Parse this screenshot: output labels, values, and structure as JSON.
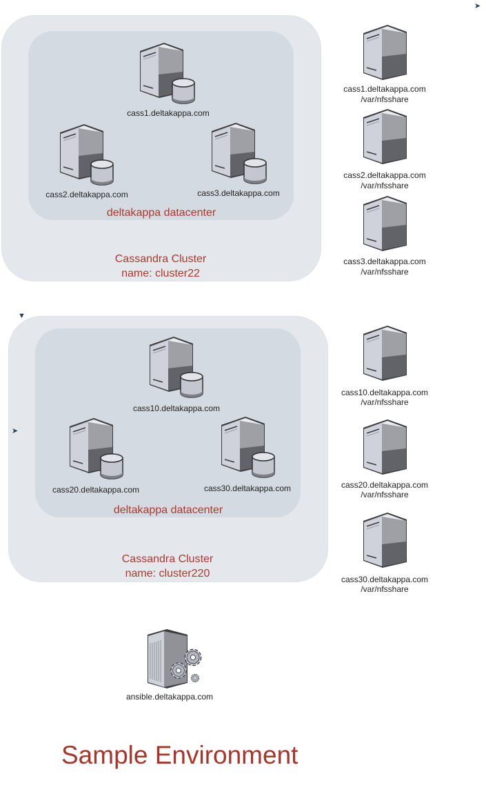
{
  "title": "Sample Environment",
  "colors": {
    "accent_text": "#b0372a",
    "cluster_bg": "#e4e8ec",
    "datacenter_bg": "#d3dae1",
    "server_body": "#b9bcc4",
    "server_dark": "#5f6166"
  },
  "clusters": [
    {
      "label": "Cassandra Cluster",
      "name": "name: cluster22",
      "datacenter": "deltakappa datacenter",
      "nodes": [
        "cass1.deltakappa.com",
        "cass2.deltakappa.com",
        "cass3.deltakappa.com"
      ]
    },
    {
      "label": "Cassandra Cluster",
      "name": "name: cluster220",
      "datacenter": "deltakappa datacenter",
      "nodes": [
        "cass10.deltakappa.com",
        "cass20.deltakappa.com",
        "cass30.deltakappa.com"
      ]
    }
  ],
  "nfs_servers": [
    {
      "host": "cass1.deltakappa.com",
      "path": "/var/nfsshare"
    },
    {
      "host": "cass2.deltakappa.com",
      "path": "/var/nfsshare"
    },
    {
      "host": "cass3.deltakappa.com",
      "path": "/var/nfsshare"
    },
    {
      "host": "cass10.deltakappa.com",
      "path": "/var/nfsshare"
    },
    {
      "host": "cass20.deltakappa.com",
      "path": "/var/nfsshare"
    },
    {
      "host": "cass30.deltakappa.com",
      "path": "/var/nfsshare"
    }
  ],
  "ansible": {
    "host": "ansible.deltakappa.com"
  },
  "icons": {
    "db_server": "database-server-icon",
    "server": "server-icon",
    "config_server": "config-server-icon"
  }
}
